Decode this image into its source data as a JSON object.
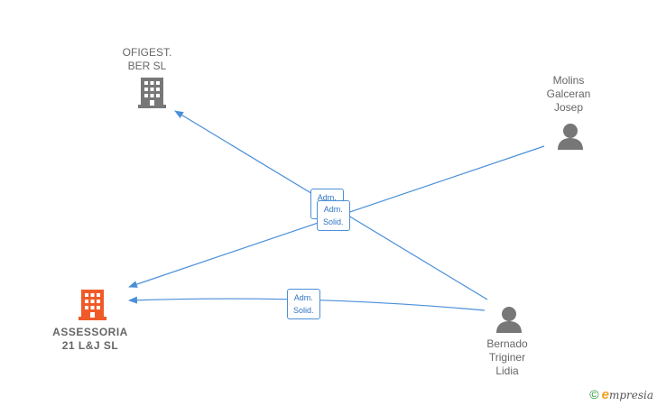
{
  "nodes": {
    "ofigest": {
      "label": "OFIGEST.\nBER  SL",
      "kind": "company",
      "color": "#777777"
    },
    "assessoria": {
      "label": "ASSESSORIA\n21 L&J  SL",
      "kind": "company",
      "color": "#f05a28"
    },
    "molins": {
      "label": "Molins\nGalceran\nJosep",
      "kind": "person",
      "color": "#777777"
    },
    "bernado": {
      "label": "Bernado\nTriginer\nLidia",
      "kind": "person",
      "color": "#777777"
    }
  },
  "relations": {
    "r1": {
      "label": "Adm.\nSolid."
    },
    "r2": {
      "label": "Adm.\nSolid."
    },
    "r3": {
      "label": "Adm.\nSolid."
    }
  },
  "colors": {
    "edge": "#4a8fd9"
  },
  "watermark": {
    "copyright": "©",
    "brand_e": "e",
    "brand_rest": "mpresia"
  }
}
